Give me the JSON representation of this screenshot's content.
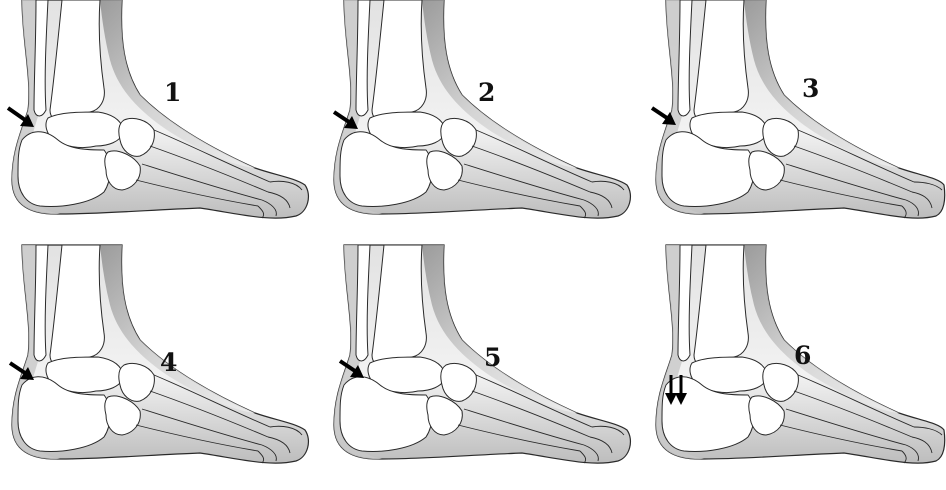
{
  "panels": [
    {
      "number": "1",
      "arrow": "single-arrow"
    },
    {
      "number": "2",
      "arrow": "single-arrow"
    },
    {
      "number": "3",
      "arrow": "single-arrow"
    },
    {
      "number": "4",
      "arrow": "single-arrow"
    },
    {
      "number": "5",
      "arrow": "single-arrow"
    },
    {
      "number": "6",
      "arrow": "double-arrow"
    }
  ],
  "colors": {
    "skin_light": "#f6f6f6",
    "skin_shadow": "#8c8c8c",
    "bone_fill": "#ffffff",
    "outline": "#2a2a2a",
    "arrow": "#000000"
  }
}
